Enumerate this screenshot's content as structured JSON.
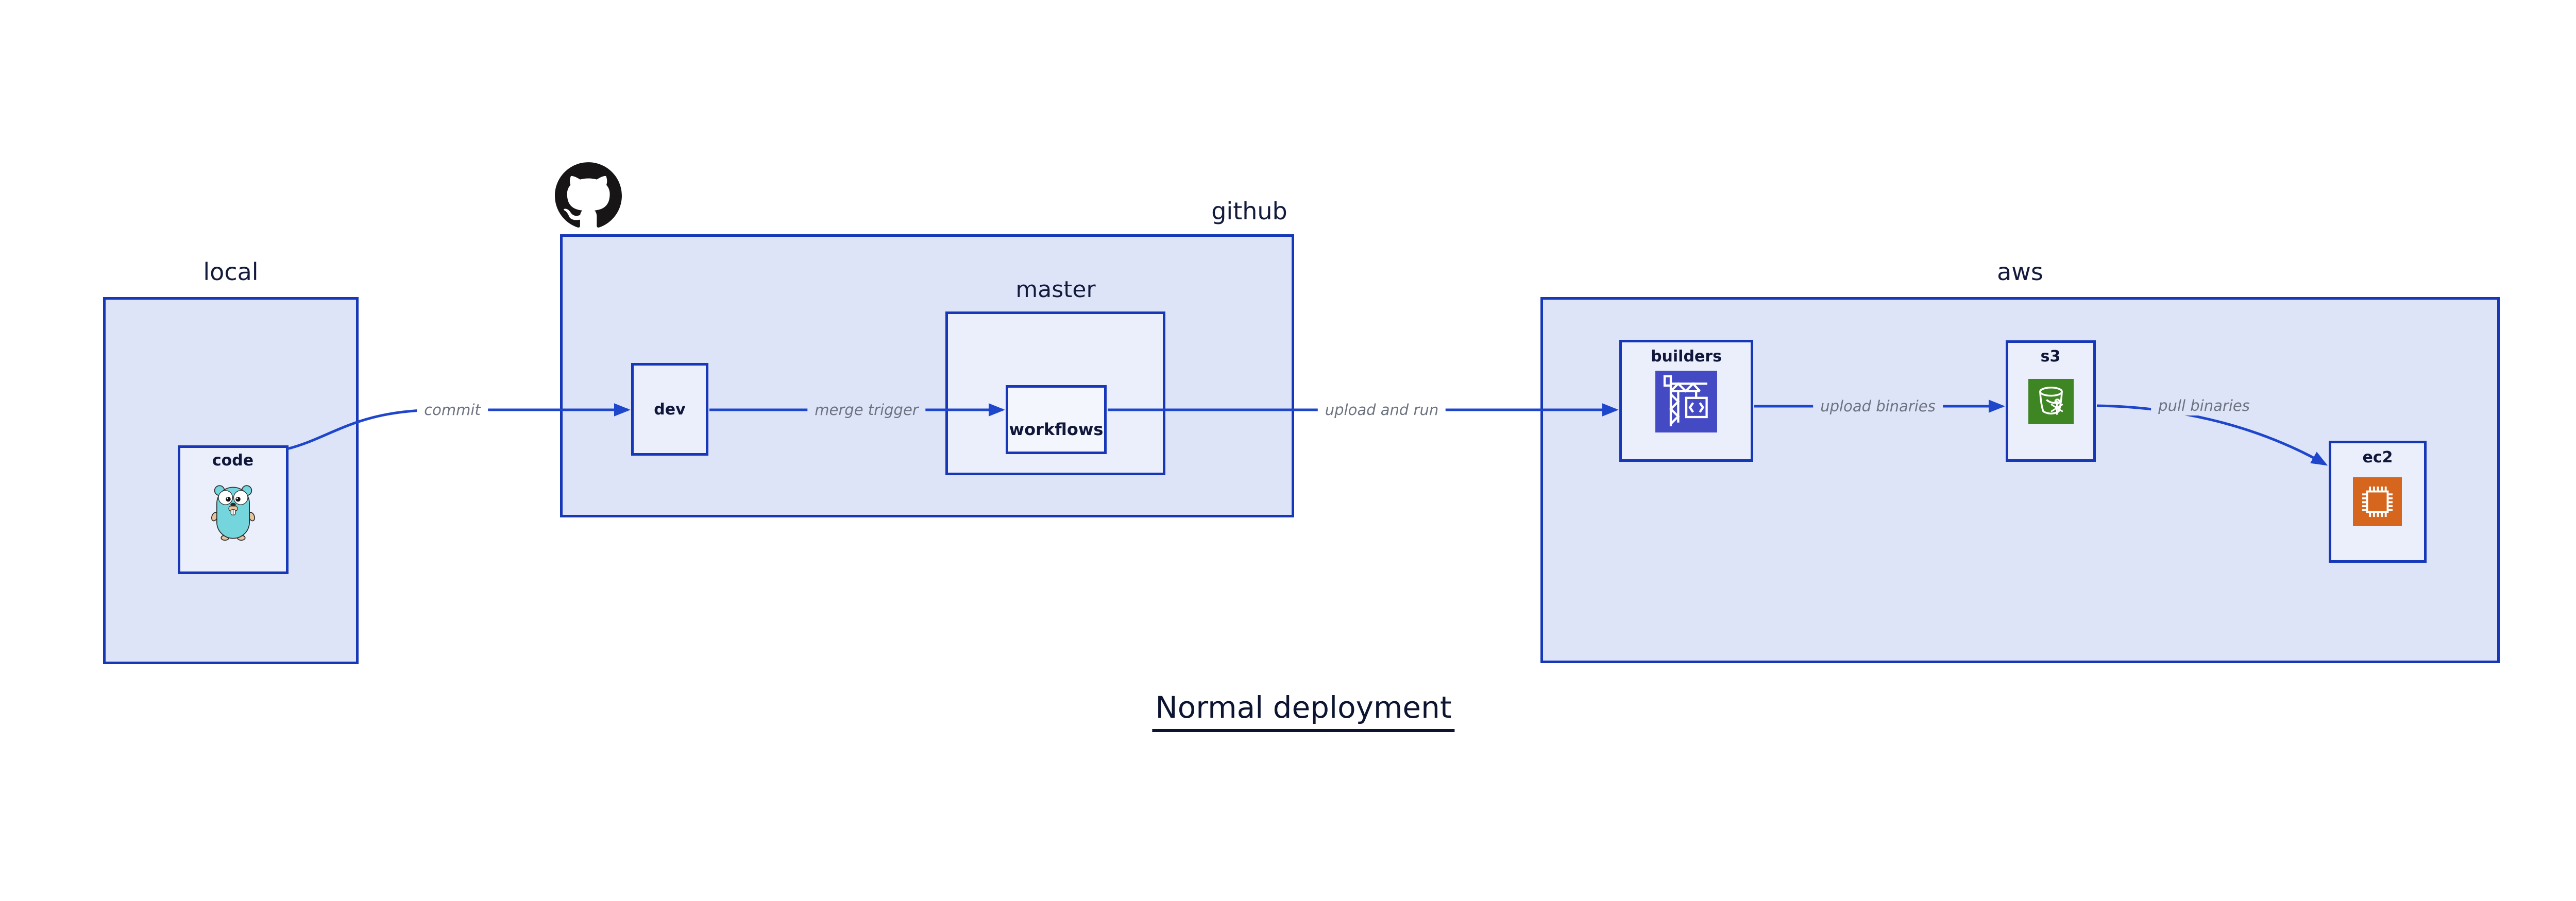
{
  "title": "Normal deployment",
  "groups": {
    "local": {
      "label": "local"
    },
    "github": {
      "label": "github"
    },
    "master": {
      "label": "master"
    },
    "aws": {
      "label": "aws"
    }
  },
  "nodes": {
    "code": {
      "label": "code",
      "icon": "go-gopher"
    },
    "dev": {
      "label": "dev"
    },
    "workflows": {
      "label": "workflows"
    },
    "builders": {
      "label": "builders",
      "icon": "aws-codebuild"
    },
    "s3": {
      "label": "s3",
      "icon": "aws-s3-bucket"
    },
    "ec2": {
      "label": "ec2",
      "icon": "aws-ec2-chip"
    }
  },
  "edges": {
    "commit": {
      "label": "commit",
      "from": "code",
      "to": "dev"
    },
    "merge_trigger": {
      "label": "merge trigger",
      "from": "dev",
      "to": "workflows"
    },
    "upload_and_run": {
      "label": "upload and run",
      "from": "workflows",
      "to": "builders"
    },
    "upload_binaries": {
      "label": "upload binaries",
      "from": "builders",
      "to": "s3"
    },
    "pull_binaries": {
      "label": "pull binaries",
      "from": "s3",
      "to": "ec2"
    }
  },
  "icons": {
    "octocat": "github-octocat"
  },
  "colors": {
    "border_blue": "#1638b8",
    "arrow_blue": "#1e46cc",
    "group_fill": "#dee4f8",
    "node_fill": "#ebeffb",
    "inner_node_fill": "#f4f6fd",
    "heading_navy": "#131b3d",
    "edge_label_gray": "#6d7380",
    "title_navy": "#0d1430",
    "codebuild_bg": "#4449c4",
    "s3_bg": "#3e8624",
    "ec2_bg": "#d6661d",
    "gopher_teal": "#74d6dc",
    "octocat_black": "#171515",
    "page_background": "#ffffff"
  }
}
